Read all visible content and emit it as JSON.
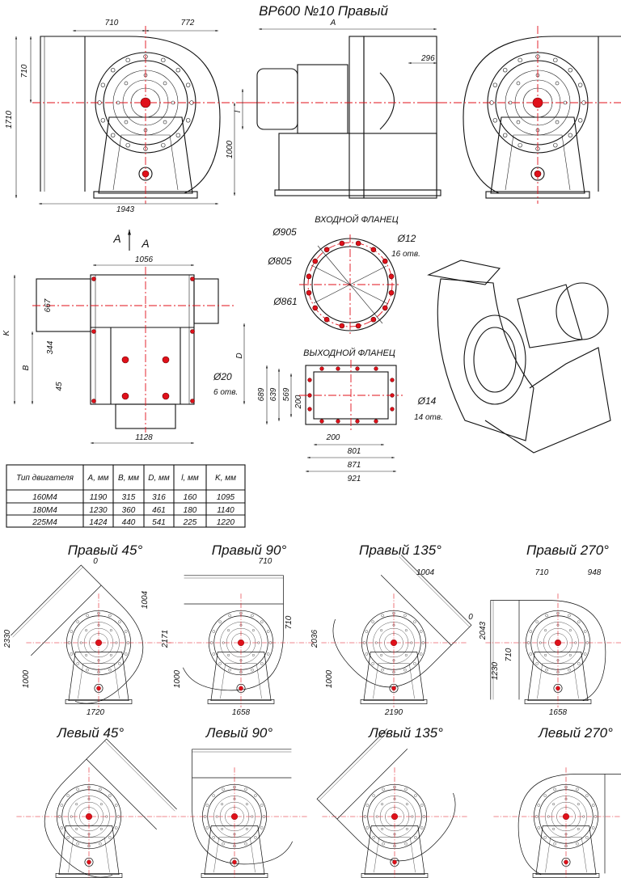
{
  "title": "ВР600 №10 Правый",
  "front_view": {
    "w_left": "710",
    "w_right": "772",
    "h_center": "710",
    "h_total": "1710",
    "w_total": "1943"
  },
  "side_view": {
    "A": "A",
    "d296": "296",
    "l": "l",
    "h_axis": "1000"
  },
  "section": {
    "arrow_label": "A",
    "view_label": "A"
  },
  "plan": {
    "d1056": "1056",
    "d667": "667",
    "d344": "344",
    "K": "K",
    "B": "B",
    "d45": "45",
    "D": "D",
    "hole_dia": "Ø20",
    "hole_count": "6 отв.",
    "d1128": "1128"
  },
  "inlet_flange": {
    "title": "ВХОДНОЙ ФЛАНЕЦ",
    "d905": "Ø905",
    "d805": "Ø805",
    "d861": "Ø861",
    "hole_dia": "Ø12",
    "hole_count": "16 отв."
  },
  "outlet_flange": {
    "title": "ВЫХОДНОЙ ФЛАНЕЦ",
    "d689": "689",
    "d639": "639",
    "d569": "569",
    "d200v": "200",
    "d200h": "200",
    "d801": "801",
    "d871": "871",
    "d921": "921",
    "hole_dia": "Ø14",
    "hole_count": "14 отв."
  },
  "table": {
    "headers": [
      "Тип двигателя",
      "A, мм",
      "B, мм",
      "D, мм",
      "l, мм",
      "K, мм"
    ],
    "rows": [
      [
        "160М4",
        "1190",
        "315",
        "316",
        "160",
        "1095"
      ],
      [
        "180М4",
        "1230",
        "360",
        "461",
        "180",
        "1140"
      ],
      [
        "225М4",
        "1424",
        "440",
        "541",
        "225",
        "1220"
      ]
    ]
  },
  "orientations": [
    {
      "label": "Правый 45°",
      "dims": [
        "0",
        "1004",
        "2330",
        "1000",
        "1720"
      ]
    },
    {
      "label": "Правый 90°",
      "dims": [
        "710",
        "710",
        "2171",
        "1000",
        "1658"
      ]
    },
    {
      "label": "Правый 135°",
      "dims": [
        "1004",
        "0",
        "2036",
        "1000",
        "2190"
      ]
    },
    {
      "label": "Правый 270°",
      "dims": [
        "710",
        "948",
        "2043",
        "1230",
        "710",
        "1658"
      ]
    },
    {
      "label": "Левый 45°"
    },
    {
      "label": "Левый 90°"
    },
    {
      "label": "Левый 135°"
    },
    {
      "label": "Левый 270°"
    }
  ],
  "colors": {
    "line": "#111111",
    "axis": "#e0101a"
  }
}
